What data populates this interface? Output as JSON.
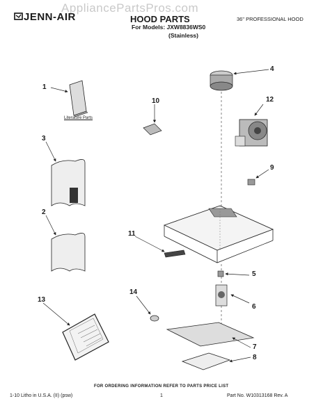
{
  "brand": "JENN-AIR",
  "watermark": "AppliancePartsPros.com",
  "header": {
    "title": "HOOD PARTS",
    "models": "For Models: JXW8836WS0",
    "variant": "(Stainless)",
    "hood_type": "36\" PROFESSIONAL HOOD"
  },
  "parts": {
    "literature_caption": "Literature Parts",
    "callouts": [
      "1",
      "2",
      "3",
      "4",
      "5",
      "6",
      "7",
      "8",
      "9",
      "10",
      "11",
      "12",
      "13",
      "14"
    ]
  },
  "footer": {
    "ordering_note": "FOR ORDERING INFORMATION REFER TO PARTS PRICE LIST",
    "litho": "1-10 Litho in U.S.A. (II) (psw)",
    "page": "1",
    "part_no": "Part No. W10313168 Rev. A"
  }
}
